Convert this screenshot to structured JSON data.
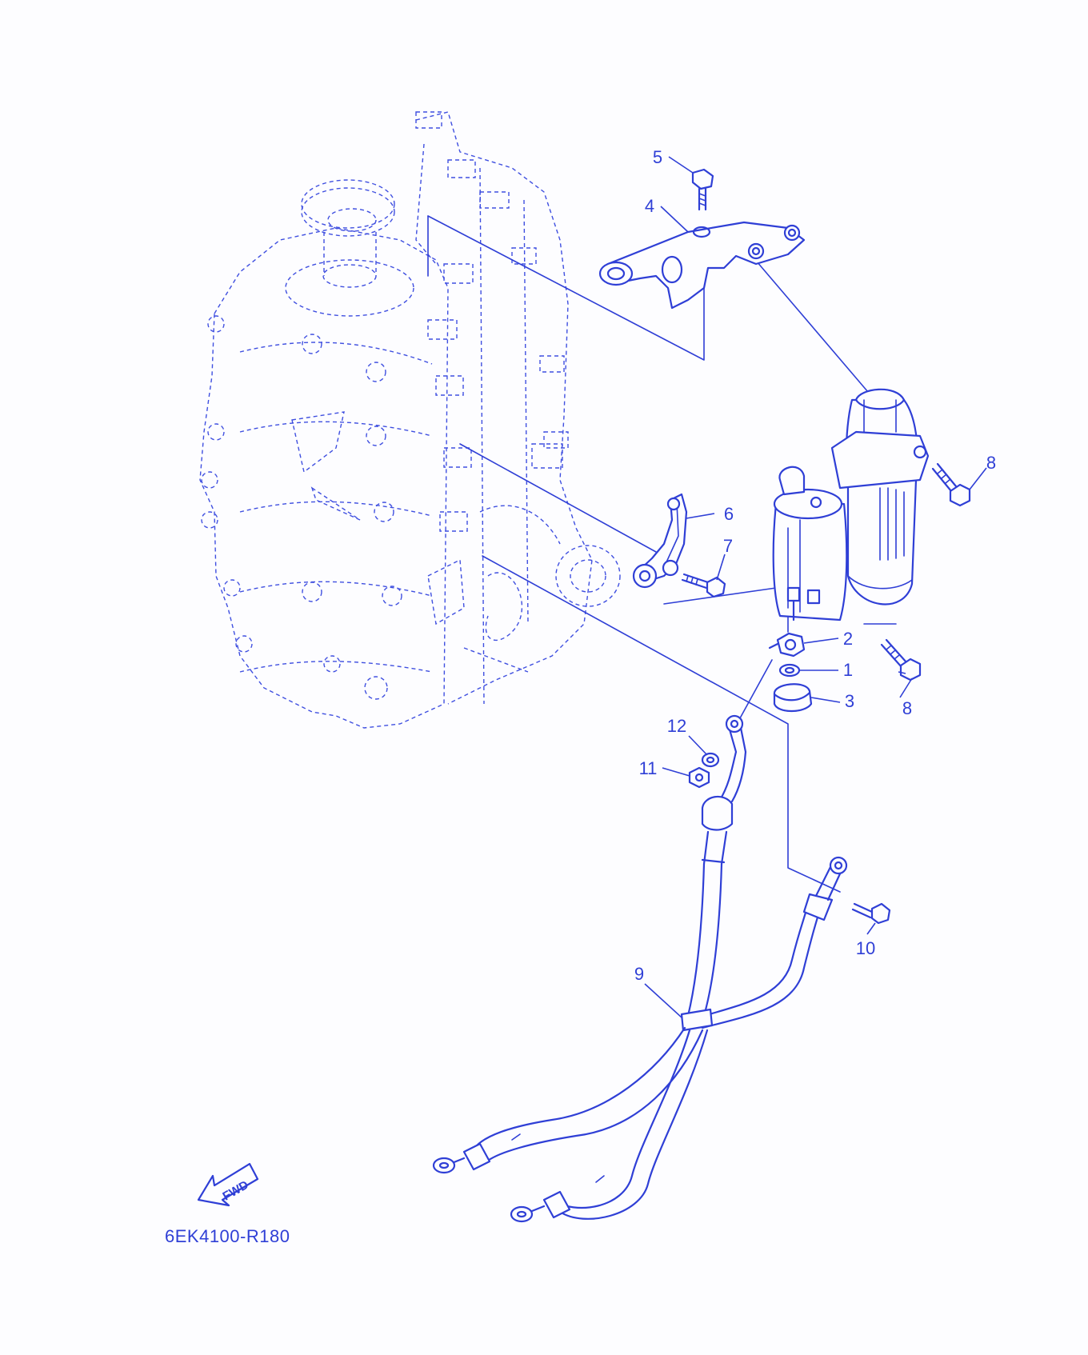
{
  "diagram": {
    "code": "6EK4100-R180",
    "direction_label": "FWD",
    "ink_color": "#2f3fd6",
    "background_color": "#fdfdff"
  },
  "callouts": {
    "c1": "1",
    "c2": "2",
    "c3": "3",
    "c4": "4",
    "c5": "5",
    "c6": "6",
    "c7": "7",
    "c8a": "8",
    "c8b": "8",
    "c9": "9",
    "c10": "10",
    "c11": "11",
    "c12": "12"
  },
  "icons": {
    "forward_arrow": "fwd-arrow-icon"
  }
}
